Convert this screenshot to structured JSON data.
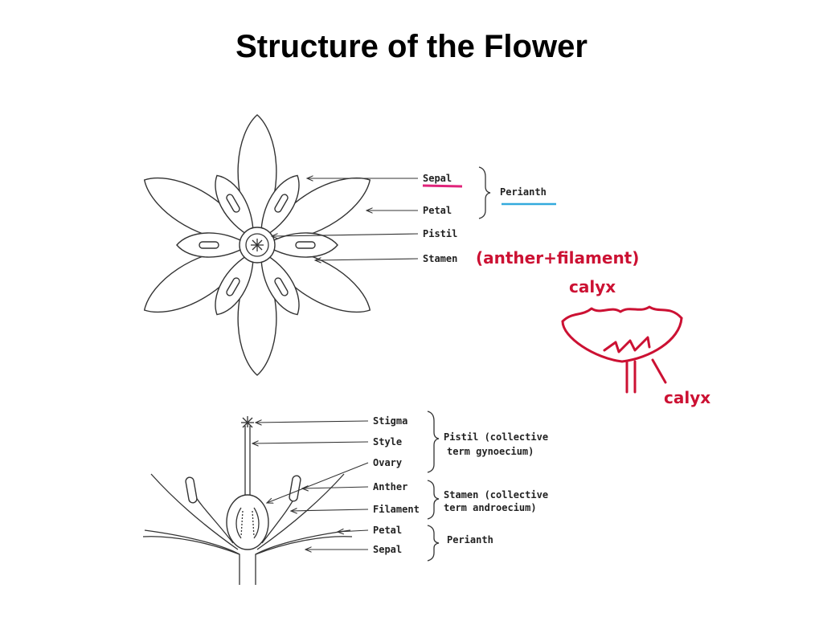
{
  "title": "Structure of the Flower",
  "top_diagram": {
    "labels": {
      "sepal": "Sepal",
      "petal": "Petal",
      "pistil": "Pistil",
      "stamen": "Stamen",
      "perianth": "Perianth"
    },
    "annotation_stamen": "(anther+filament)",
    "annotation_calyx_top": "calyx",
    "annotation_calyx_side": "calyx"
  },
  "bottom_diagram": {
    "labels": {
      "stigma": "Stigma",
      "style": "Style",
      "ovary": "Ovary",
      "anther": "Anther",
      "filament": "Filament",
      "petal": "Petal",
      "sepal": "Sepal"
    },
    "pistil_group_line1": "Pistil (collective",
    "pistil_group_line2": "term gynoecium)",
    "stamen_group_line1": "Stamen (collective",
    "stamen_group_line2": "term androecium)",
    "perianth_group": "Perianth"
  },
  "colors": {
    "annotation_red": "#cc1133",
    "sepal_underline": "#e0237a",
    "perianth_underline": "#33aadd"
  }
}
